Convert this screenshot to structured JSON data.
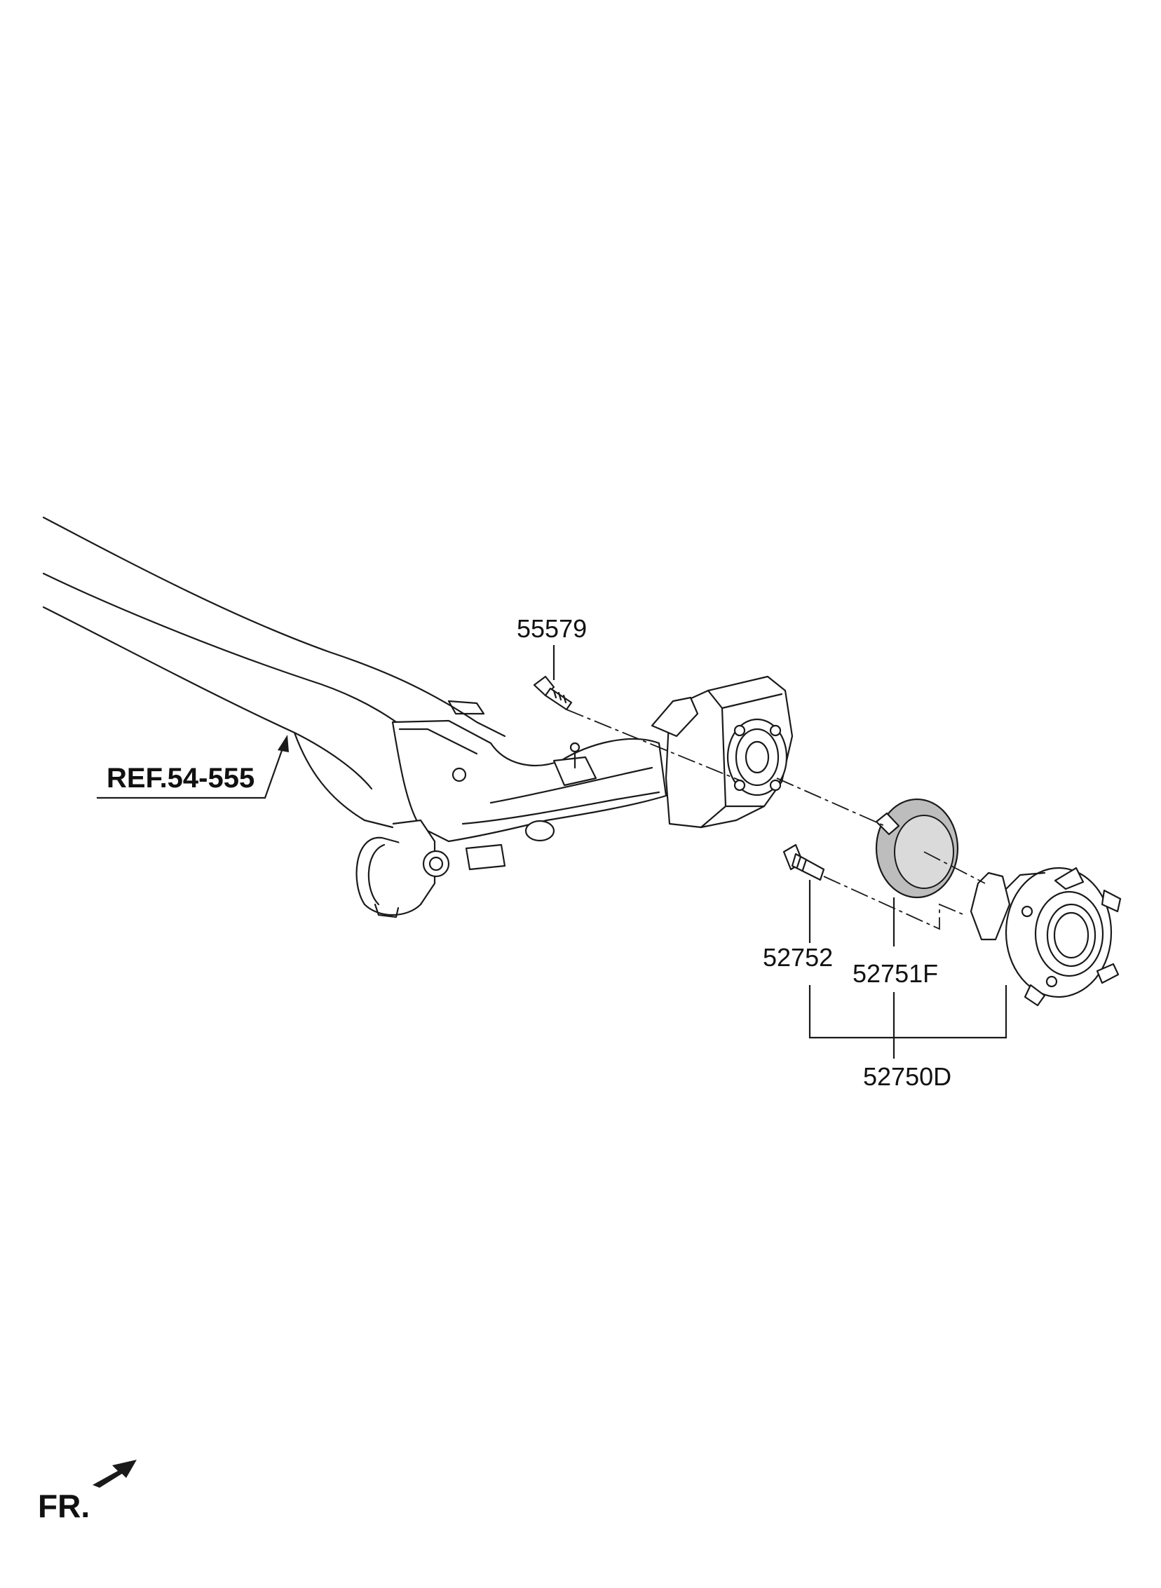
{
  "parts": [
    {
      "id": "ref",
      "label": "REF.54-555"
    },
    {
      "id": "bolt",
      "label": "55579"
    },
    {
      "id": "stud",
      "label": "52752"
    },
    {
      "id": "cap",
      "label": "52751F"
    },
    {
      "id": "hub",
      "label": "52750D"
    }
  ],
  "direction": {
    "label": "FR."
  }
}
